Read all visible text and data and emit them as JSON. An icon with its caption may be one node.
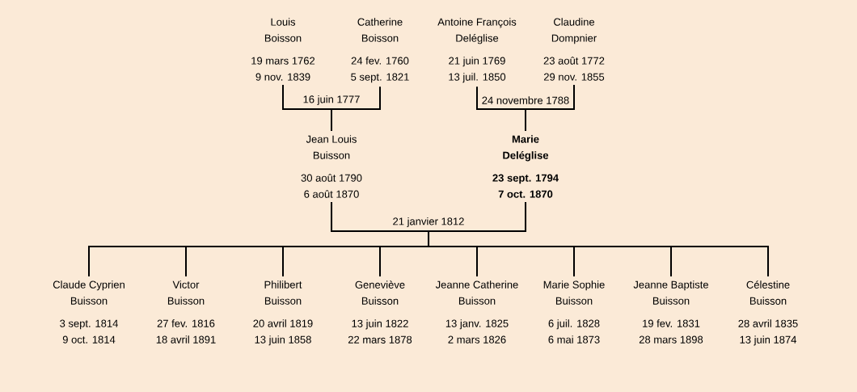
{
  "diagram": {
    "nodes": [
      {
        "text": [
          "Louis Boisson",
          "19 mars 1762",
          "9 nov. 1839"
        ]
      },
      {
        "text": [
          "Catherine Boisson",
          "24 fev. 1760",
          "5 sept. 1821"
        ]
      },
      {
        "text": [
          "Antoine François Deléglise",
          "21 juin 1769",
          "13 juil. 1850"
        ]
      },
      {
        "text": [
          "Claudine Dompnier",
          "23 août 1772",
          "29 nov. 1855"
        ]
      },
      {
        "text": [
          "Jean Louis Buisson",
          "30 août 1790",
          "6 août 1870"
        ]
      },
      {
        "text": [
          "Marie Deléglise",
          "23 sept. 1794",
          "7 oct. 1870"
        ]
      },
      {
        "text": [
          "Claude Cyprien Buisson",
          "3 sept. 1814",
          "9 oct. 1814"
        ]
      },
      {
        "text": [
          "Victor Buisson",
          "27 fev. 1816",
          "18 avril 1891"
        ]
      },
      {
        "text": [
          "Philibert Buisson",
          "20 avril 1819",
          "13 juin 1858"
        ]
      },
      {
        "text": [
          "Geneviève Buisson",
          "13 juin 1822",
          "22 mars 1878"
        ]
      },
      {
        "text": [
          "Jeanne Catherine Buisson",
          "13 janv. 1825",
          "2 mars 1826"
        ]
      },
      {
        "text": [
          "Marie Sophie Buisson",
          "6 juil. 1828",
          "6 mai 1873"
        ]
      },
      {
        "text": [
          "Jeanne Baptiste Buisson",
          "19 fev. 1831",
          "28 mars 1898"
        ]
      },
      {
        "text": [
          "Célestine Buisson",
          "28 avril 1835",
          "13 juin 1874"
        ]
      }
    ],
    "edges": [
      {
        "from": 0,
        "to": 1,
        "arrow": "none",
        "label": "16 juin 1777"
      },
      {
        "from": 0,
        "to": 4,
        "arrow": "none"
      },
      {
        "from": 1,
        "to": 4,
        "arrow": "none"
      },
      {
        "from": 2,
        "to": 3,
        "arrow": "none",
        "label": "24 novembre 1788"
      },
      {
        "from": 2,
        "to": 5,
        "arrow": "none"
      },
      {
        "from": 3,
        "to": 5,
        "arrow": "none"
      },
      {
        "from": 4,
        "to": 5,
        "arrow": "none",
        "label": "21 janvier 1812"
      },
      {
        "from": 4,
        "to": 6,
        "arrow": "none"
      },
      {
        "from": 5,
        "to": 6,
        "arrow": "none"
      },
      {
        "from": 4,
        "to": 7,
        "arrow": "none"
      },
      {
        "from": 5,
        "to": 7,
        "arrow": "none"
      },
      {
        "from": 4,
        "to": 8,
        "arrow": "none"
      },
      {
        "from": 5,
        "to": 8,
        "arrow": "none"
      },
      {
        "from": 4,
        "to": 9,
        "arrow": "none"
      },
      {
        "from": 5,
        "to": 9,
        "arrow": "none"
      },
      {
        "from": 4,
        "to": 10,
        "arrow": "none"
      },
      {
        "from": 5,
        "to": 10,
        "arrow": "none"
      },
      {
        "from": 4,
        "to": 11,
        "arrow": "none"
      },
      {
        "from": 5,
        "to": 11,
        "arrow": "none"
      },
      {
        "from": 4,
        "to": 12,
        "arrow": "none"
      },
      {
        "from": 5,
        "to": 12,
        "arrow": "none"
      },
      {
        "from": 4,
        "to": 13,
        "arrow": "none"
      },
      {
        "from": 5,
        "to": 13,
        "arrow": "none"
      }
    ]
  }
}
